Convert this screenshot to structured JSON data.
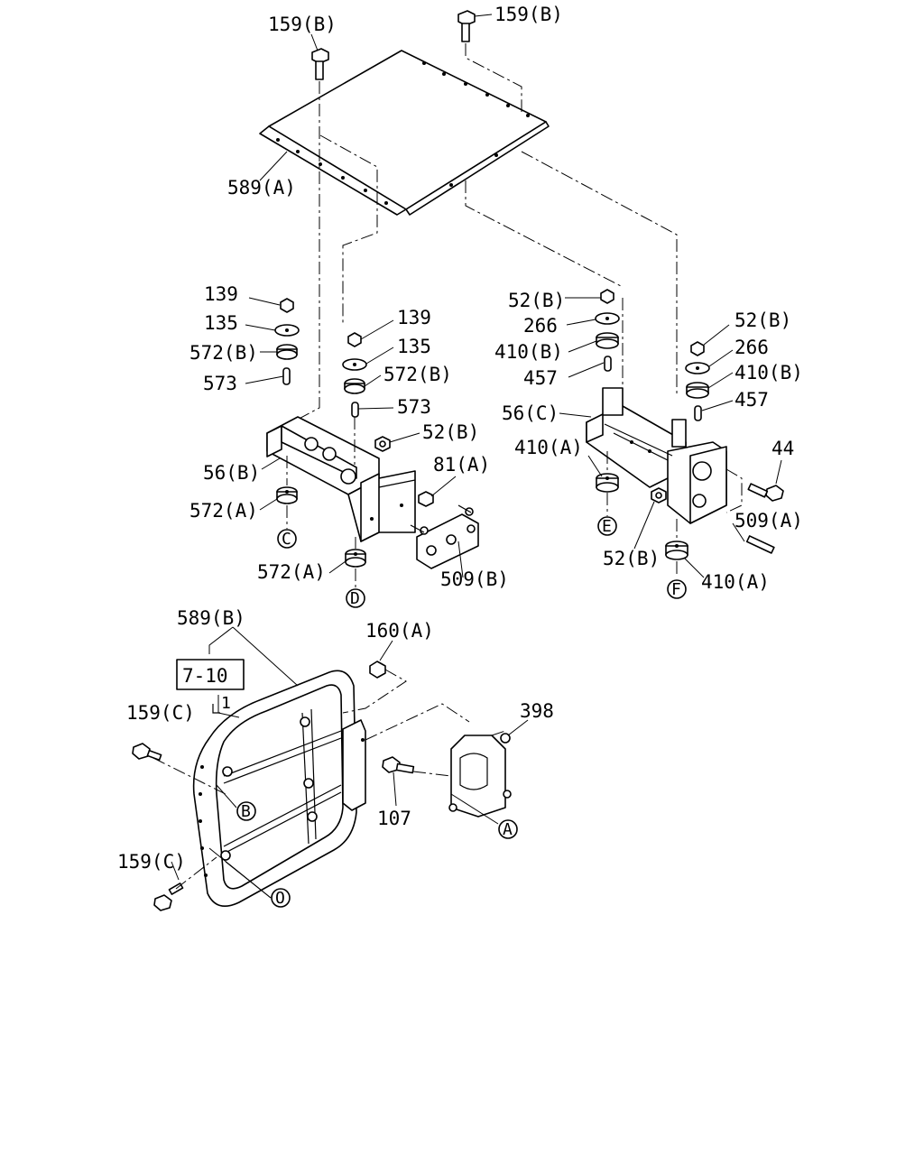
{
  "labels": {
    "l159b_1": "159(B)",
    "l159b_2": "159(B)",
    "l589a": "589(A)",
    "l139_1": "139",
    "l135_1": "135",
    "l572b_1": "572(B)",
    "l573_1": "573",
    "l139_2": "139",
    "l135_2": "135",
    "l572b_2": "572(B)",
    "l573_2": "573",
    "l52b_1": "52(B)",
    "l56b": "56(B)",
    "l81a": "81(A)",
    "l572a_1": "572(A)",
    "l572a_2": "572(A)",
    "l509b": "509(B)",
    "l52b_2": "52(B)",
    "l266_1": "266",
    "l410b_1": "410(B)",
    "l457_1": "457",
    "l56c": "56(C)",
    "l52b_3": "52(B)",
    "l266_2": "266",
    "l410b_2": "410(B)",
    "l457_2": "457",
    "l410a_1": "410(A)",
    "l44": "44",
    "l509a": "509(A)",
    "l52b_4": "52(B)",
    "l410a_2": "410(A)",
    "l589b": "589(B)",
    "l160a": "160(A)",
    "l7_10": "7-10",
    "l159c_1": "159(C)",
    "l398": "398",
    "l107": "107",
    "l159c_2": "159(C)"
  },
  "callouts": {
    "c_C": "C",
    "c_D": "D",
    "c_E": "E",
    "c_F": "F",
    "c_B": "B",
    "c_A": "A",
    "c_O": "O"
  }
}
